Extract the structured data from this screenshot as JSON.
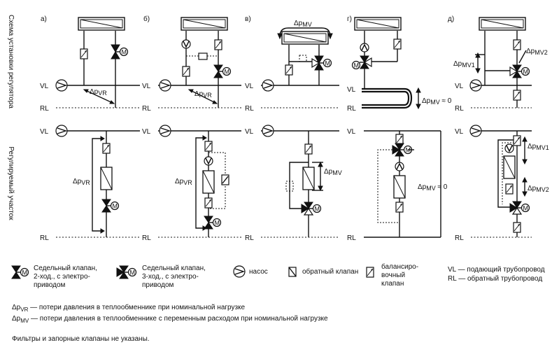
{
  "side_labels": {
    "top": "Схема установки регулятора",
    "bottom": "Регулируемый участок"
  },
  "panels": [
    "а)",
    "б)",
    "в)",
    "г)",
    "д)"
  ],
  "line_labels": {
    "vl": "VL",
    "rl": "RL"
  },
  "dp": {
    "vr": "Δp",
    "vr_sub": "VR",
    "mv": "Δp",
    "mv_sub": "MV",
    "mv1_sub": "MV1",
    "mv2_sub": "MV2",
    "g_top": "Δp",
    "g_top_sub": "MV",
    "g_top_suffix": " ≈ 0",
    "g_bot_suffix": " ≈ 0"
  },
  "valve_motor_letter": "M",
  "legend": {
    "seat2": "Седельный клапан,\n2-ход., с электро-\nприводом",
    "seat3": "Седельный клапан,\n3-ход., с электро-\nприводом",
    "pump": "насос",
    "check": "обратный клапан",
    "balancing": "балансиро-\nвочный\nклапан",
    "vl_desc": "VL — подающий трубопровод",
    "rl_desc": "RL — обратный трубопровод"
  },
  "notes": {
    "vr_sym": "Δp",
    "vr_sub": "VR",
    "vr_text": " — потери давления в теплообменнике при номинальной нагрузке",
    "mv_sym": "Δp",
    "mv_sub": "MV",
    "mv_text": " — потери давления в теплообменнике с переменным расходом при номинальной нагрузке",
    "footer": "Фильтры и запорные клапаны не указаны."
  }
}
